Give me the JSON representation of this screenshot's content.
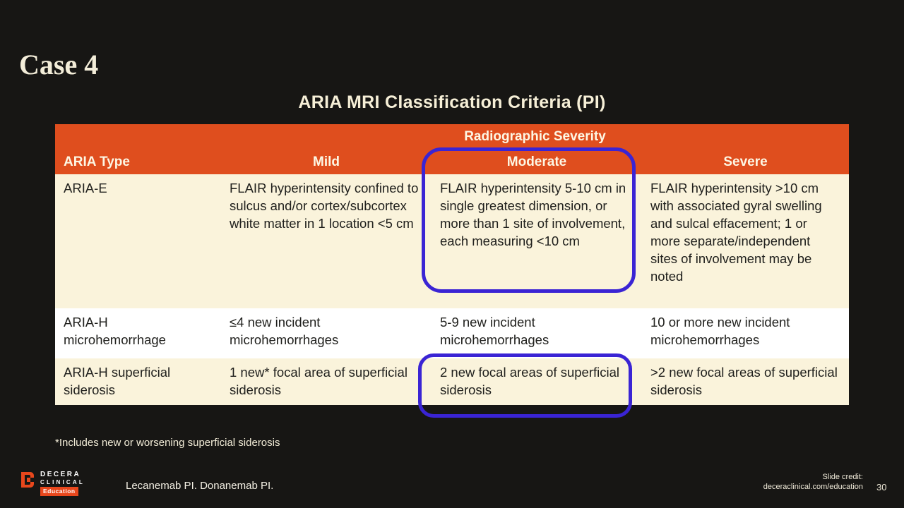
{
  "slide": {
    "case_title": "Case 4",
    "table_title": "ARIA MRI Classification Criteria (PI)",
    "footnote": "*Includes new or worsening superficial siderosis"
  },
  "table": {
    "severity_header": "Radiographic Severity",
    "columns": [
      "ARIA Type",
      "Mild",
      "Moderate",
      "Severe"
    ],
    "rows": [
      {
        "type": "ARIA-E",
        "mild": "FLAIR hyperintensity confined to sulcus and/or cortex/subcortex white matter in 1 location <5 cm",
        "moderate": "FLAIR hyperintensity 5-10 cm in single greatest dimension, or more than 1 site of involvement, each measuring <10 cm",
        "severe": "FLAIR hyperintensity >10 cm with associated gyral swelling and sulcal effacement; 1 or more separate/independent sites of involvement may be noted"
      },
      {
        "type": "ARIA-H microhemorrhage",
        "mild": "≤4 new incident microhemorrhages",
        "moderate": "5-9 new incident microhemorrhages",
        "severe": "10 or more new incident microhemorrhages"
      },
      {
        "type": "ARIA-H superficial siderosis",
        "mild": "1 new* focal area of superficial siderosis",
        "moderate": "2 new focal areas of superficial siderosis",
        "severe": ">2 new focal areas of superficial siderosis"
      }
    ]
  },
  "footer": {
    "logo_line1": "DECERA",
    "logo_line2": "CLINICAL",
    "logo_line3": "Education",
    "references": "Lecanemab PI. Donanemab PI.",
    "credit_label": "Slide credit:",
    "credit_url": "deceraclinical.com/education",
    "page_number": "30"
  },
  "colors": {
    "background": "#171614",
    "header_orange": "#DF4E1E",
    "row_cream": "#FAF3DB",
    "row_white": "#FFFFFF",
    "annotation_blue": "#3A24D4",
    "text_cream": "#F6EFD7",
    "logo_orange": "#E8471C"
  }
}
